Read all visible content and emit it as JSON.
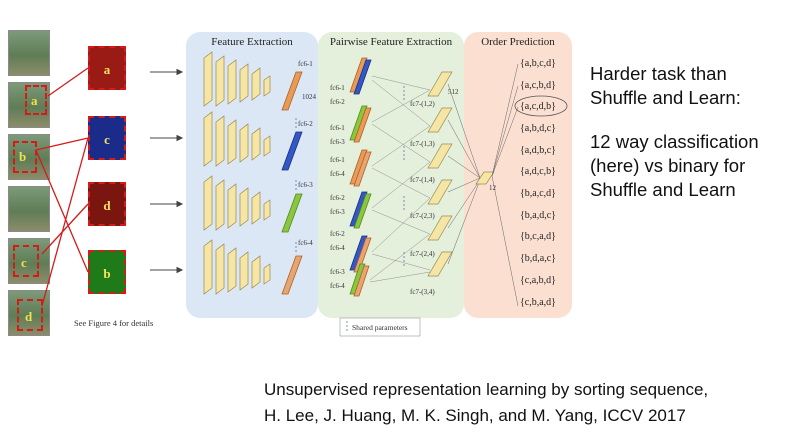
{
  "panels": {
    "feature_extraction": "Feature Extraction",
    "pairwise": "Pairwise Feature Extraction",
    "order_prediction": "Order Prediction"
  },
  "frame_letters": [
    "a",
    "b",
    "c",
    "d"
  ],
  "patches": [
    "a",
    "c",
    "d",
    "b"
  ],
  "see_figure": "See Figure 4 for details",
  "fc6_labels": [
    "fc6-1",
    "fc6-2",
    "fc6-3",
    "fc6-4"
  ],
  "fc6_dim": "1024",
  "fc7_pair_labels": [
    "fc6-1",
    "fc6-2",
    "fc6-1",
    "fc6-3",
    "fc6-1",
    "fc6-4",
    "fc6-2",
    "fc6-3",
    "fc6-2",
    "fc6-4",
    "fc6-3",
    "fc6-4"
  ],
  "fc7_labels": [
    "fc7-(1,2)",
    "fc7-(1,3)",
    "fc7-(1,4)",
    "fc7-(2,3)",
    "fc7-(2,4)",
    "fc7-(3,4)"
  ],
  "fc7_dim": "512",
  "fc8_dim": "12",
  "shared_parameters": "Shared parameters",
  "orders": [
    "{a,b,c,d}",
    "{a,c,b,d}",
    "{a,c,d,b}",
    "{a,b,d,c}",
    "{a,d,b,c}",
    "{a,d,c,b}",
    "{b,a,c,d}",
    "{b,a,d,c}",
    "{b,c,a,d}",
    "{b,d,a,c}",
    "{c,a,b,d}",
    "{c,b,a,d}"
  ],
  "side_text": {
    "line1": "Harder task than",
    "line2": "Shuffle and Learn:",
    "line3": "12 way classification",
    "line4": "(here) vs binary for",
    "line5": "Shuffle and Learn"
  },
  "citation": {
    "line1": "Unsupervised representation learning by sorting sequence,",
    "line2": "H. Lee, J. Huang, M. K. Singh, and M. Yang, ICCV 2017"
  },
  "colors": {
    "feature_panel": "#dbe7f4",
    "pairwise_panel": "#e4efdc",
    "order_panel": "#fbe0d2",
    "layer_fill": "#f5e6a6",
    "crop_red": "#d61a1a"
  }
}
